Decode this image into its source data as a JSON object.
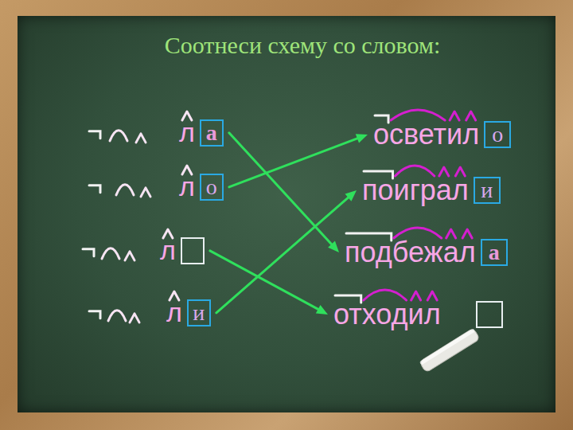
{
  "diagram": {
    "title": "Соотнеси схему со словом:",
    "nodes": [
      {
        "text": [
          "л",
          "а"
        ]
      },
      {
        "text": [
          "л",
          "о"
        ]
      },
      {
        "text": [
          "л"
        ]
      },
      {
        "text": [
          "л",
          "и"
        ]
      },
      {
        "text": [
          "осветил",
          "о"
        ]
      },
      {
        "text": [
          "поиграл",
          "и"
        ]
      },
      {
        "text": [
          "подбежал",
          "а"
        ]
      },
      {
        "text": [
          "отходил"
        ]
      }
    ],
    "edges": [
      {
        "from": 0,
        "to": 6,
        "arrow": "to"
      },
      {
        "from": 1,
        "to": 4,
        "arrow": "to"
      },
      {
        "from": 2,
        "to": 7,
        "arrow": "to"
      },
      {
        "from": 3,
        "to": 5,
        "arrow": "to"
      }
    ]
  }
}
